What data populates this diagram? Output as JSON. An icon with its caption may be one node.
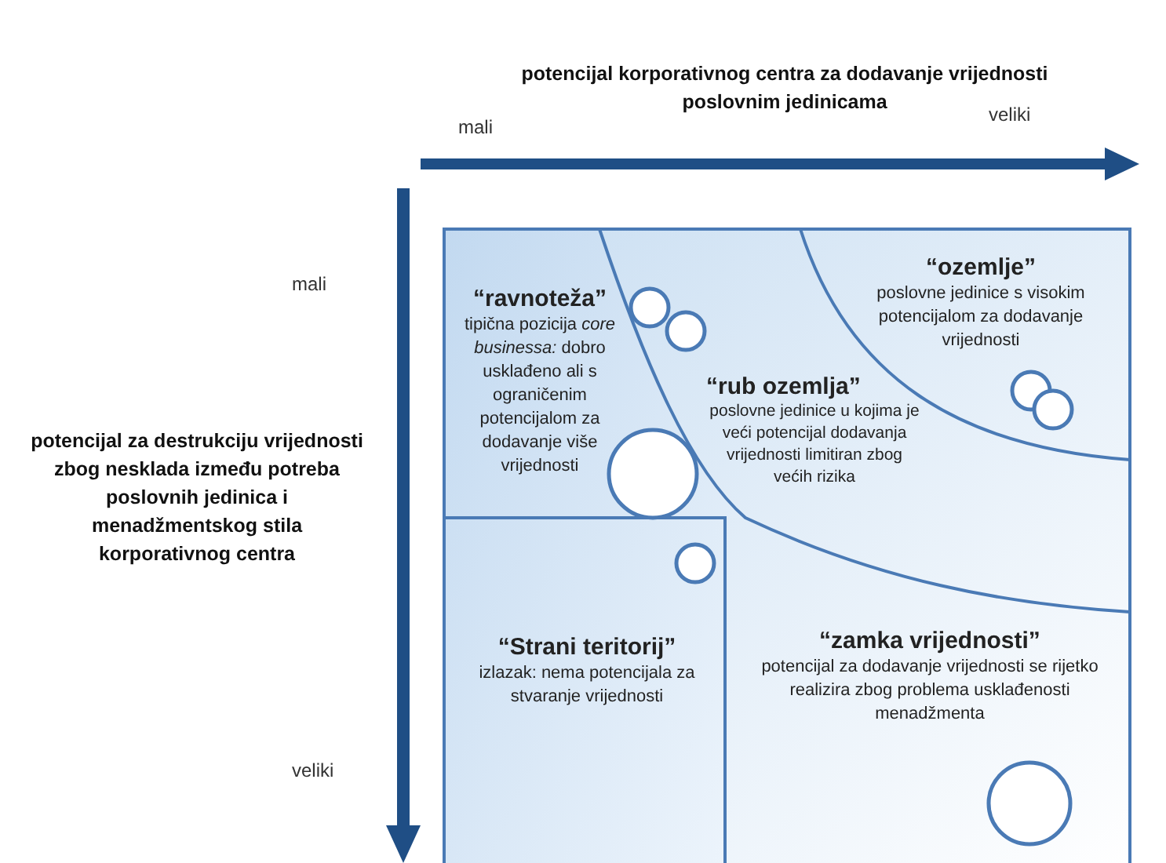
{
  "diagram": {
    "nodes": [
      {
        "text": [
          "“ravnoteža”",
          "tipična pozicija *core businessa:* dobro usklađeno ali s ograničenim potencijalom za dodavanje više vrijednosti"
        ]
      },
      {
        "text": [
          "“ozemlje”",
          "poslovne jedinice s visokim potencijalom za dodavanje vrijednosti"
        ]
      },
      {
        "text": [
          "“rub ozemlja”",
          "poslovne jedinice u kojima je veći potencijal dodavanja vrijednosti limitiran zbog većih rizika"
        ]
      },
      {
        "text": [
          "“Strani teritorij”",
          "izlazak: nema potencijala za stvaranje vrijednosti"
        ]
      },
      {
        "text": [
          "“zamka vrijednosti”",
          "potencijal za dodavanje vrijednosti se rijetko realizira zbog problema usklađenosti menadžmenta"
        ]
      }
    ],
    "edges": [],
    "labels": [
      "potencijal korporativnog centra za dodavanje vrijednosti poslovnim jedinicama",
      "mali",
      "veliki",
      "mali",
      "potencijal za destrukciju vrijednosti zbog nesklada između potreba poslovnih jedinica i menadžmentskog stila korporativnog centra",
      "veliki"
    ]
  }
}
